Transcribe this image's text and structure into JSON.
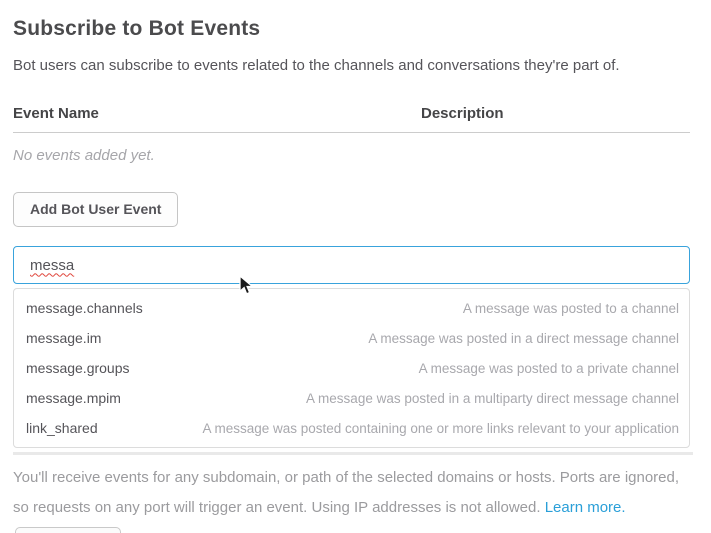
{
  "page": {
    "title": "Subscribe to Bot Events",
    "subtitle": "Bot users can subscribe to events related to the channels and conversations they're part of."
  },
  "events_table": {
    "columns": [
      "Event Name",
      "Description"
    ],
    "empty_message": "No events added yet."
  },
  "actions": {
    "add_button_label": "Add Bot User Event"
  },
  "search": {
    "value": "messa"
  },
  "suggestions": [
    {
      "name": "message.channels",
      "description": "A message was posted to a channel"
    },
    {
      "name": "message.im",
      "description": "A message was posted in a direct message channel"
    },
    {
      "name": "message.groups",
      "description": "A message was posted to a private channel"
    },
    {
      "name": "message.mpim",
      "description": "A message was posted in a multiparty direct message channel"
    },
    {
      "name": "link_shared",
      "description": "A message was posted containing one or more links relevant to your application"
    }
  ],
  "footer": {
    "note": "You'll receive events for any subdomain, or path of the selected domains or hosts. Ports are ignored, so requests on any port will trigger an event. Using IP addresses is not allowed. ",
    "link_label": "Learn more."
  },
  "colors": {
    "input_focus_border": "#39a3dc",
    "link_blue": "#2a9fd8",
    "text_dark": "#555459",
    "text_muted": "#9b9b9e"
  }
}
